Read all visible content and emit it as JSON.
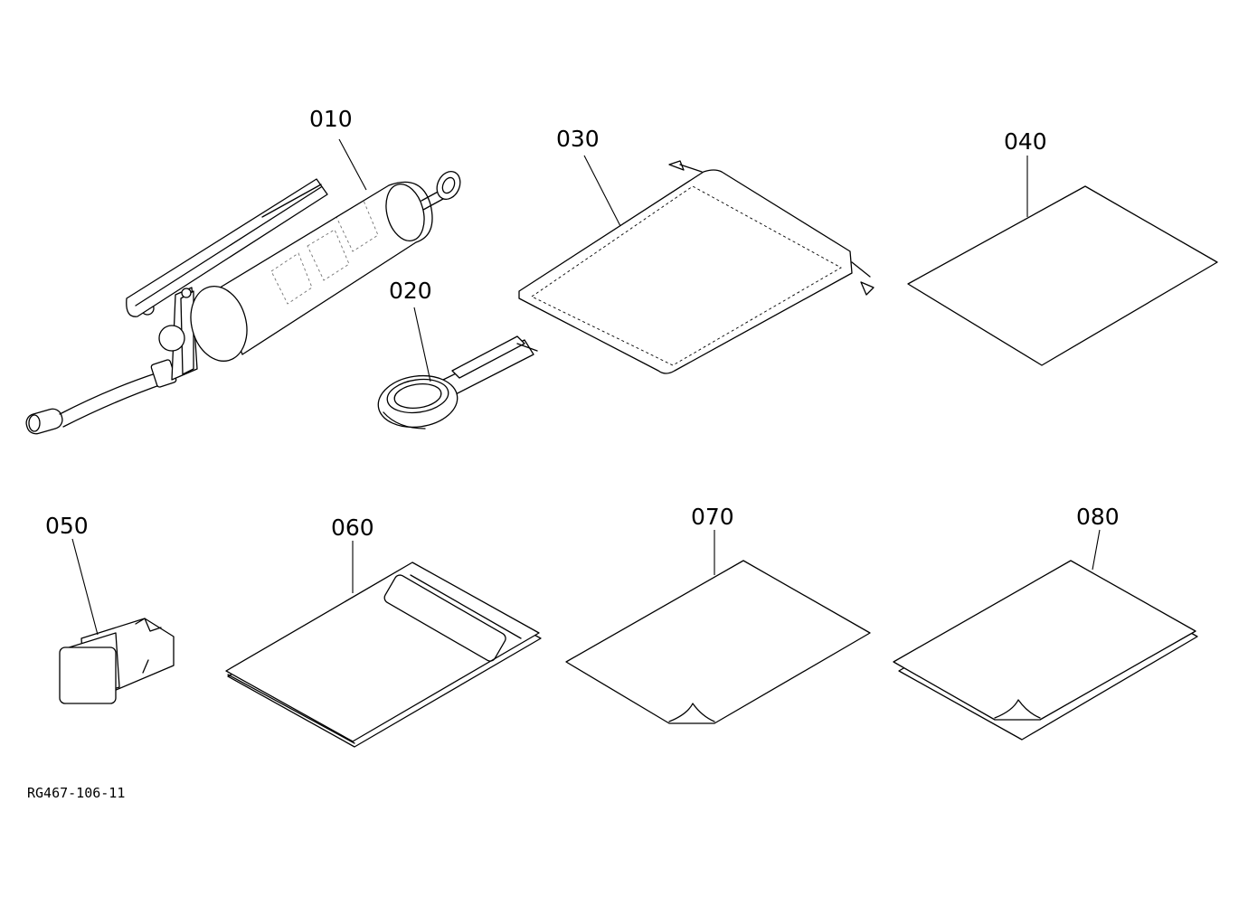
{
  "figure_ref": "RG467-106-11",
  "parts": [
    {
      "number": "010",
      "icon": "grease-gun-icon"
    },
    {
      "number": "020",
      "icon": "filter-wrench-icon"
    },
    {
      "number": "030",
      "icon": "drawstring-bag-icon"
    },
    {
      "number": "040",
      "icon": "sheet-icon"
    },
    {
      "number": "050",
      "icon": "connector-cap-icon"
    },
    {
      "number": "060",
      "icon": "manual-booklet-icon"
    },
    {
      "number": "070",
      "icon": "sheet-icon"
    },
    {
      "number": "080",
      "icon": "folded-sheet-icon"
    }
  ]
}
